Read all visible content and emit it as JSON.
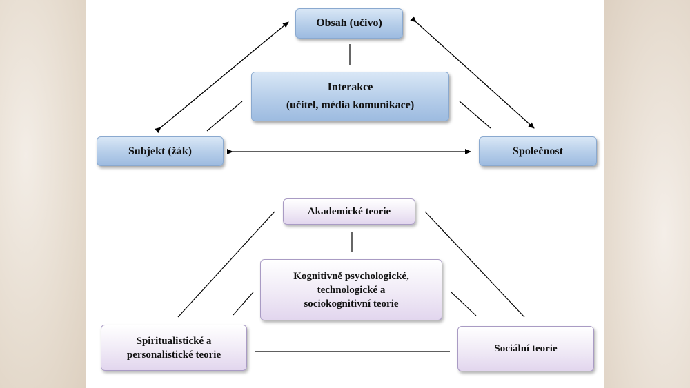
{
  "top_diagram": {
    "top_node": "Obsah (učivo)",
    "center_node_line1": "Interakce",
    "center_node_line2": "(učitel, média komunikace)",
    "left_node": "Subjekt (žák)",
    "right_node": "Společnost"
  },
  "bottom_diagram": {
    "top_node": "Akademické teorie",
    "center_node_line1": "Kognitivně psychologické,",
    "center_node_line2": "technologické a",
    "center_node_line3": "sociokognitivní teorie",
    "left_node_line1": "Spiritualistické a",
    "left_node_line2": "personalistické teorie",
    "right_node": "Sociální teorie"
  },
  "colors": {
    "blue_box": "#b5cde9",
    "lavender_box": "#e2d6ee",
    "line": "#000000"
  }
}
